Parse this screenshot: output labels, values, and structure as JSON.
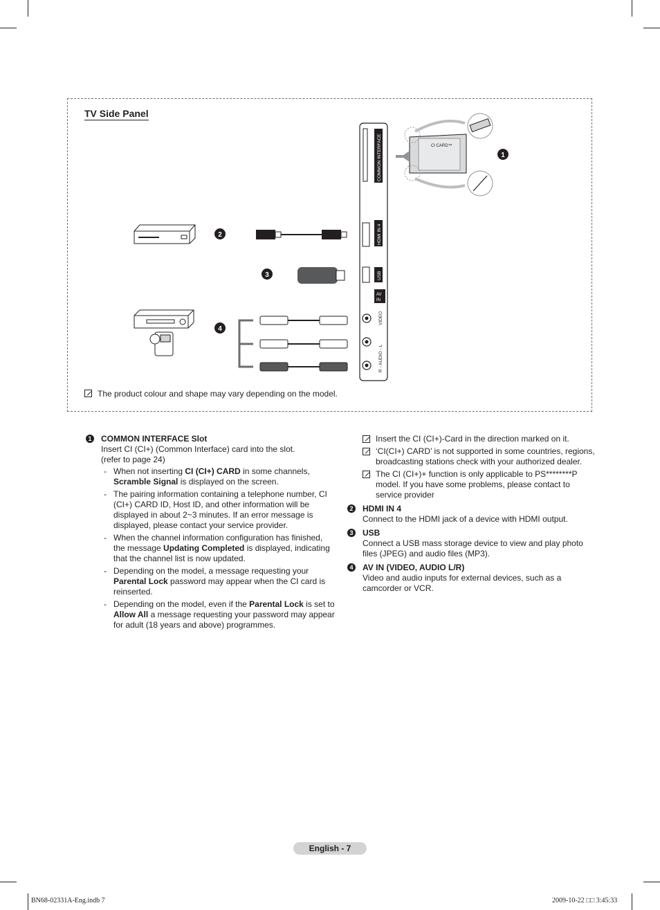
{
  "panel": {
    "title": "TV Side Panel",
    "note": "The product colour and shape may vary depending on the model.",
    "ci_card_label": "CI CARD™",
    "port_labels": {
      "common_interface": "COMMON INTERFACE",
      "hdmi": "HDMI IN 4",
      "usb": "USB",
      "av_in": "AV IN",
      "video": "VIDEO",
      "audio": "R - AUDIO - L"
    },
    "markers": [
      "1",
      "2",
      "3",
      "4"
    ]
  },
  "left": {
    "item1": {
      "number": "1",
      "title": "COMMON INTERFACE Slot",
      "line1": "Insert CI (CI+) (Common Interface) card into the slot.",
      "line2": "(refer to page 24)",
      "b1_pre": "When not inserting ",
      "b1_bold1": "CI (CI+) CARD",
      "b1_mid": " in some channels, ",
      "b1_bold2": "Scramble Signal",
      "b1_post": " is displayed on the screen.",
      "b2": "The pairing information containing a telephone number, CI (CI+) CARD ID, Host ID, and other information will be displayed in about 2~3 minutes. If an error message is displayed, please contact your service provider.",
      "b3_pre": "When the channel information configuration has finished, the message ",
      "b3_bold": "Updating Completed",
      "b3_post": " is displayed, indicating that the channel list is now updated.",
      "b4_pre": "Depending on the model, a message requesting your ",
      "b4_bold": "Parental Lock",
      "b4_post": " password may appear when the CI card is reinserted.",
      "b5_pre": "Depending on the model, even if the ",
      "b5_bold1": "Parental Lock",
      "b5_mid": " is set to ",
      "b5_bold2": "Allow All",
      "b5_post": " a message requesting your password may appear for adult (18 years and above) programmes."
    }
  },
  "right": {
    "notes": [
      "Insert the CI (CI+)-Card in the direction marked on it.",
      "‘CI(CI+) CARD’ is not supported in some countries, regions, broadcasting stations check with your authorized dealer.",
      "The CI (CI+)+ function is only applicable to PS********P model. If you have some problems, please contact to service provider"
    ],
    "item2": {
      "number": "2",
      "title": "HDMI IN 4",
      "text": "Connect to the HDMI jack of a device with HDMI output."
    },
    "item3": {
      "number": "3",
      "title": "USB",
      "text": "Connect a USB mass storage device to view and play photo files (JPEG) and audio files (MP3)."
    },
    "item4": {
      "number": "4",
      "title": "AV IN (VIDEO, AUDIO L/R)",
      "text": "Video and audio inputs for external devices, such as a camcorder or VCR."
    }
  },
  "footer": {
    "page_label": "English - 7",
    "slug_left": "BN68-02331A-Eng.indb   7",
    "slug_right": "2009-10-22   □□ 3:45:33"
  }
}
